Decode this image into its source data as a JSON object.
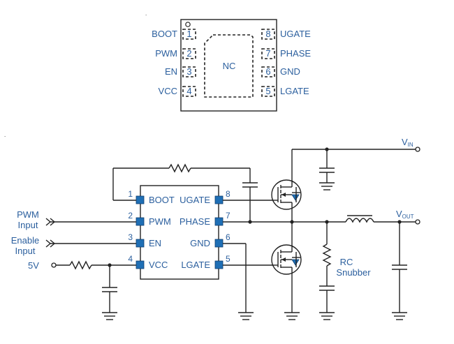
{
  "package": {
    "pins_left": [
      {
        "name": "BOOT",
        "num": "1"
      },
      {
        "name": "PWM",
        "num": "2"
      },
      {
        "name": "EN",
        "num": "3"
      },
      {
        "name": "VCC",
        "num": "4"
      }
    ],
    "pins_right": [
      {
        "name": "UGATE",
        "num": "8"
      },
      {
        "name": "PHASE",
        "num": "7"
      },
      {
        "name": "GND",
        "num": "6"
      },
      {
        "name": "LGATE",
        "num": "5"
      }
    ],
    "center_label": "NC"
  },
  "circuit": {
    "ic_left_pins": [
      {
        "name": "BOOT",
        "num": "1"
      },
      {
        "name": "PWM",
        "num": "2"
      },
      {
        "name": "EN",
        "num": "3"
      },
      {
        "name": "VCC",
        "num": "4"
      }
    ],
    "ic_right_pins": [
      {
        "name": "UGATE",
        "num": "8"
      },
      {
        "name": "PHASE",
        "num": "7"
      },
      {
        "name": "GND",
        "num": "6"
      },
      {
        "name": "LGATE",
        "num": "5"
      }
    ],
    "inputs": {
      "pwm_line1": "PWM",
      "pwm_line2": "Input",
      "enable_line1": "Enable",
      "enable_line2": "Input",
      "supply": "5V"
    },
    "vin_main": "V",
    "vin_sub": "IN",
    "vout_main": "V",
    "vout_sub": "OUT",
    "snubber_line1": "RC",
    "snubber_line2": "Snubber"
  }
}
